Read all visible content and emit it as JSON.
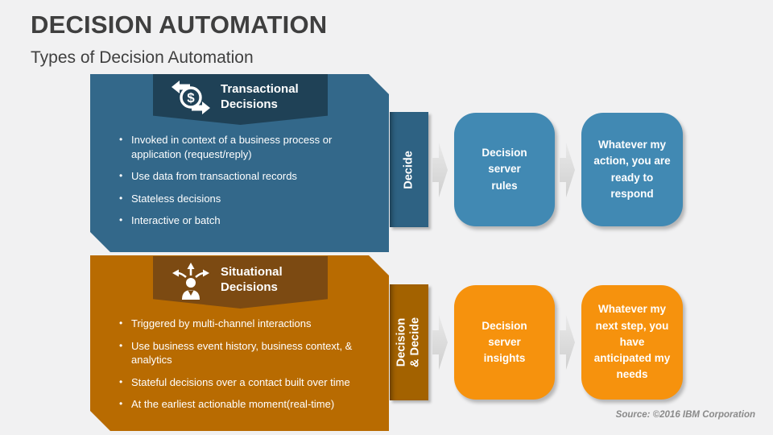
{
  "slide": {
    "title": "DECISION AUTOMATION",
    "subtitle": "Types of Decision Automation",
    "source": "Source: ©2016 IBM Corporation"
  },
  "palette": {
    "background": "#f1f1f2",
    "heading_text": "#3f3f3f",
    "blue_box": "#33688a",
    "blue_banner": "#1f4156",
    "blue_tab": "#2e6283",
    "blue_flow_box": "#4189b3",
    "orange_box": "#b86b01",
    "orange_banner": "#7c4a12",
    "orange_tab": "#a36200",
    "orange_flow_box": "#f6920d",
    "arrow_gray": "#d9d9d9",
    "text_on_color": "#ffffff"
  },
  "icons": {
    "transactional": "money-transfer-icon",
    "situational": "decision-person-icon",
    "flow": "right-block-arrow-icon"
  },
  "sections": [
    {
      "id": "transactional",
      "title": "Transactional Decisions",
      "bullets": [
        "Invoked in context of a business process or application (request/reply)",
        "Use data from transactional records",
        "Stateless decisions",
        "Interactive or batch"
      ],
      "tab_label": "Decide",
      "flow": [
        "Decision server rules",
        "Whatever my action, you are ready to respond"
      ]
    },
    {
      "id": "situational",
      "title": "Situational Decisions",
      "bullets": [
        "Triggered by multi-channel interactions",
        "Use business event history, business context, & analytics",
        "Stateful decisions over a contact built over time",
        "At the earliest actionable moment(real-time)"
      ],
      "tab_label": "Decision & Decide",
      "flow": [
        "Decision server insights",
        "Whatever my next step, you have anticipated my needs"
      ]
    }
  ]
}
